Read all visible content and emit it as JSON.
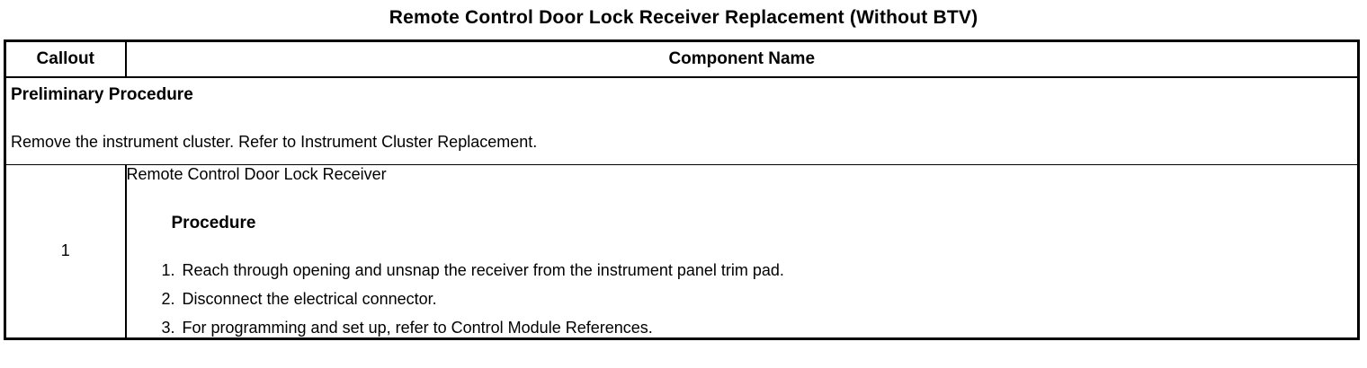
{
  "page_title": "Remote Control Door Lock Receiver Replacement (Without BTV)",
  "table": {
    "headers": {
      "callout": "Callout",
      "component_name": "Component Name"
    },
    "preliminary": {
      "heading": "Preliminary Procedure",
      "text": "Remove the instrument cluster. Refer to Instrument Cluster Replacement."
    },
    "row1": {
      "callout": "1",
      "component": "Remote Control Door Lock Receiver",
      "procedure_heading": "Procedure",
      "steps": [
        "Reach through opening and unsnap the receiver from the instrument panel trim pad.",
        "Disconnect the electrical connector.",
        "For programming and set up, refer to Control Module References."
      ]
    }
  },
  "colors": {
    "text": "#000000",
    "background": "#ffffff",
    "border": "#000000"
  }
}
